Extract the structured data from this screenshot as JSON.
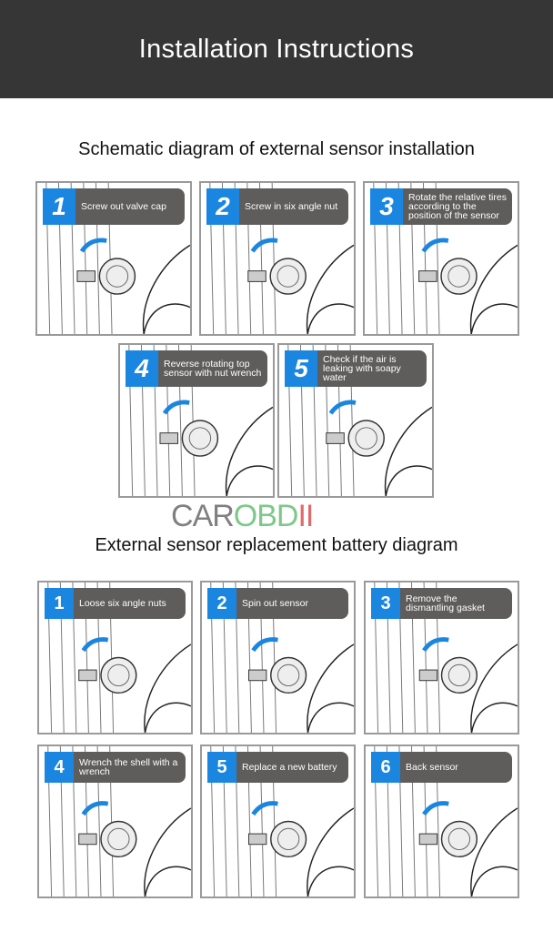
{
  "header": {
    "title": "Installation Instructions"
  },
  "section1": {
    "title": "Schematic diagram of external sensor installation",
    "steps": [
      {
        "num": "1",
        "text": "Screw out valve cap"
      },
      {
        "num": "2",
        "text": "Screw in six angle nut"
      },
      {
        "num": "3",
        "text": "Rotate the relative tires according to the position of the sensor"
      },
      {
        "num": "4",
        "text": "Reverse rotating top sensor with nut wrench"
      },
      {
        "num": "5",
        "text": "Check if the air is leaking with soapy water"
      }
    ]
  },
  "watermark": {
    "part1": "C",
    "part2": "AR",
    "part3": "OBD",
    "part4": "II"
  },
  "section2": {
    "title": "External sensor replacement battery diagram",
    "steps": [
      {
        "num": "1",
        "text": "Loose six angle nuts"
      },
      {
        "num": "2",
        "text": "Spin out sensor"
      },
      {
        "num": "3",
        "text": "Remove the dismantling gasket"
      },
      {
        "num": "4",
        "text": "Wrench the shell with a wrench"
      },
      {
        "num": "5",
        "text": "Replace a new battery"
      },
      {
        "num": "6",
        "text": "Back sensor"
      }
    ]
  },
  "colors": {
    "accent": "#1a86e0",
    "label_bg": "#5f5d5b",
    "header_bg": "#363636"
  }
}
